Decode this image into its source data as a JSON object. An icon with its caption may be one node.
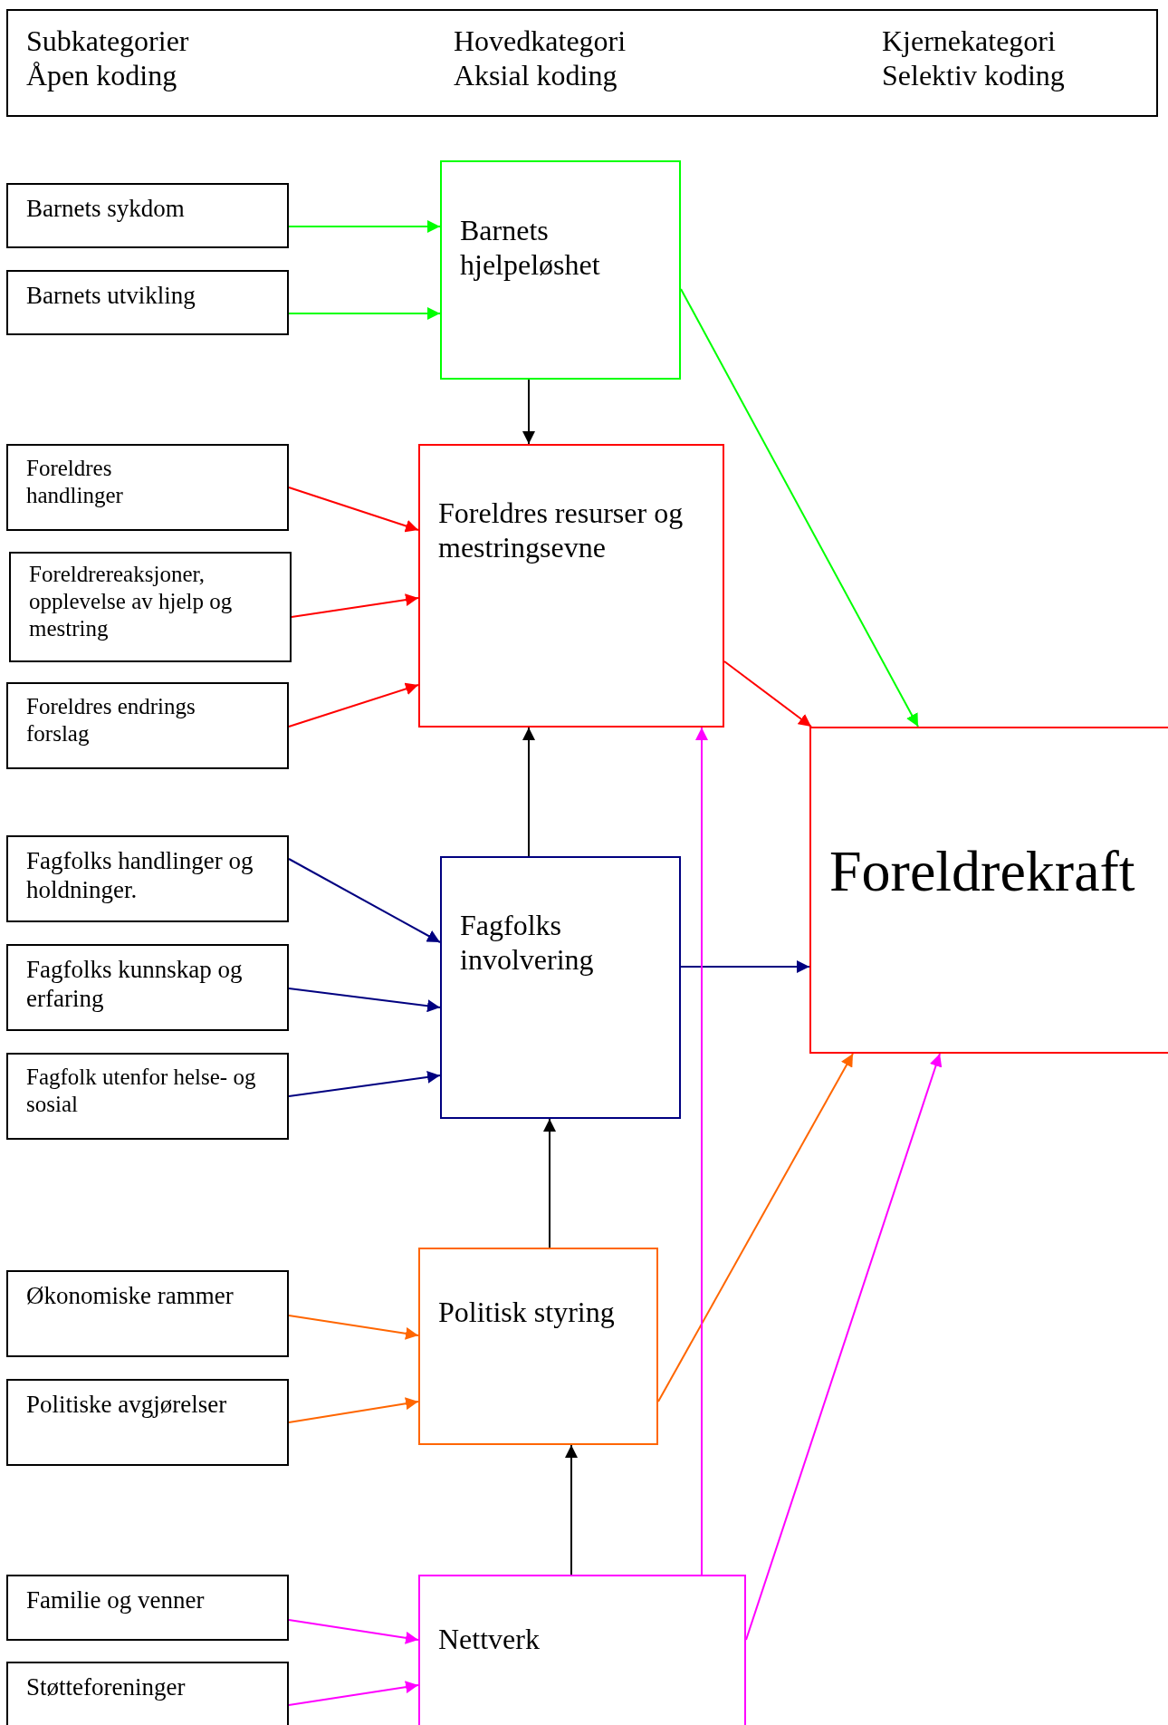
{
  "diagram": {
    "nodes": [
      {
        "text": [
          "Subkategorier Åpen koding",
          "Hovedkategori Aksial koding",
          "Kjernekategori Selektiv koding"
        ]
      },
      {
        "text": [
          "Barnets sykdom"
        ]
      },
      {
        "text": [
          "Barnets utvikling"
        ]
      },
      {
        "text": [
          "Barnets hjelpeløshet"
        ]
      },
      {
        "text": [
          "Foreldres handlinger"
        ]
      },
      {
        "text": [
          "Foreldrereaksjoner, opplevelse av hjelp og mestring"
        ]
      },
      {
        "text": [
          "Foreldres endrings forslag"
        ]
      },
      {
        "text": [
          "Foreldres resurser og mestringsevne"
        ]
      },
      {
        "text": [
          "Foreldrekraft"
        ]
      },
      {
        "text": [
          "Fagfolks handlinger og holdninger."
        ]
      },
      {
        "text": [
          "Fagfolks kunnskap og erfaring"
        ]
      },
      {
        "text": [
          "Fagfolk utenfor helse- og sosial"
        ]
      },
      {
        "text": [
          "Fagfolks involvering"
        ]
      },
      {
        "text": [
          "Økonomiske rammer"
        ]
      },
      {
        "text": [
          "Politiske avgjørelser"
        ]
      },
      {
        "text": [
          "Politisk styring"
        ]
      },
      {
        "text": [
          "Familie og venner"
        ]
      },
      {
        "text": [
          "Støtteforeninger"
        ]
      },
      {
        "text": [
          "Nettverk"
        ]
      }
    ],
    "edges": [
      {
        "from": 1,
        "to": 3,
        "arrow": "to",
        "color": "#00ff00"
      },
      {
        "from": 2,
        "to": 3,
        "arrow": "to",
        "color": "#00ff00"
      },
      {
        "from": 3,
        "to": 7,
        "arrow": "to"
      },
      {
        "from": 3,
        "to": 8,
        "arrow": "to",
        "color": "#00ff00"
      },
      {
        "from": 4,
        "to": 7,
        "arrow": "to",
        "color": "#ff0000"
      },
      {
        "from": 5,
        "to": 7,
        "arrow": "to",
        "color": "#ff0000"
      },
      {
        "from": 6,
        "to": 7,
        "arrow": "to",
        "color": "#ff0000"
      },
      {
        "from": 7,
        "to": 8,
        "arrow": "to",
        "color": "#ff0000"
      },
      {
        "from": 9,
        "to": 12,
        "arrow": "to",
        "color": "#000080"
      },
      {
        "from": 10,
        "to": 12,
        "arrow": "to",
        "color": "#000080"
      },
      {
        "from": 11,
        "to": 12,
        "arrow": "to",
        "color": "#000080"
      },
      {
        "from": 12,
        "to": 7,
        "arrow": "to"
      },
      {
        "from": 12,
        "to": 8,
        "arrow": "to",
        "color": "#000080"
      },
      {
        "from": 13,
        "to": 15,
        "arrow": "to",
        "color": "#ff6600"
      },
      {
        "from": 14,
        "to": 15,
        "arrow": "to",
        "color": "#ff6600"
      },
      {
        "from": 15,
        "to": 12,
        "arrow": "to"
      },
      {
        "from": 15,
        "to": 8,
        "arrow": "to",
        "color": "#ff6600"
      },
      {
        "from": 16,
        "to": 18,
        "arrow": "to",
        "color": "#ff00ff"
      },
      {
        "from": 17,
        "to": 18,
        "arrow": "to",
        "color": "#ff00ff"
      },
      {
        "from": 18,
        "to": 15,
        "arrow": "to"
      },
      {
        "from": 18,
        "to": 7,
        "arrow": "to",
        "color": "#ff00ff"
      },
      {
        "from": 18,
        "to": 8,
        "arrow": "to",
        "color": "#ff00ff"
      }
    ]
  }
}
